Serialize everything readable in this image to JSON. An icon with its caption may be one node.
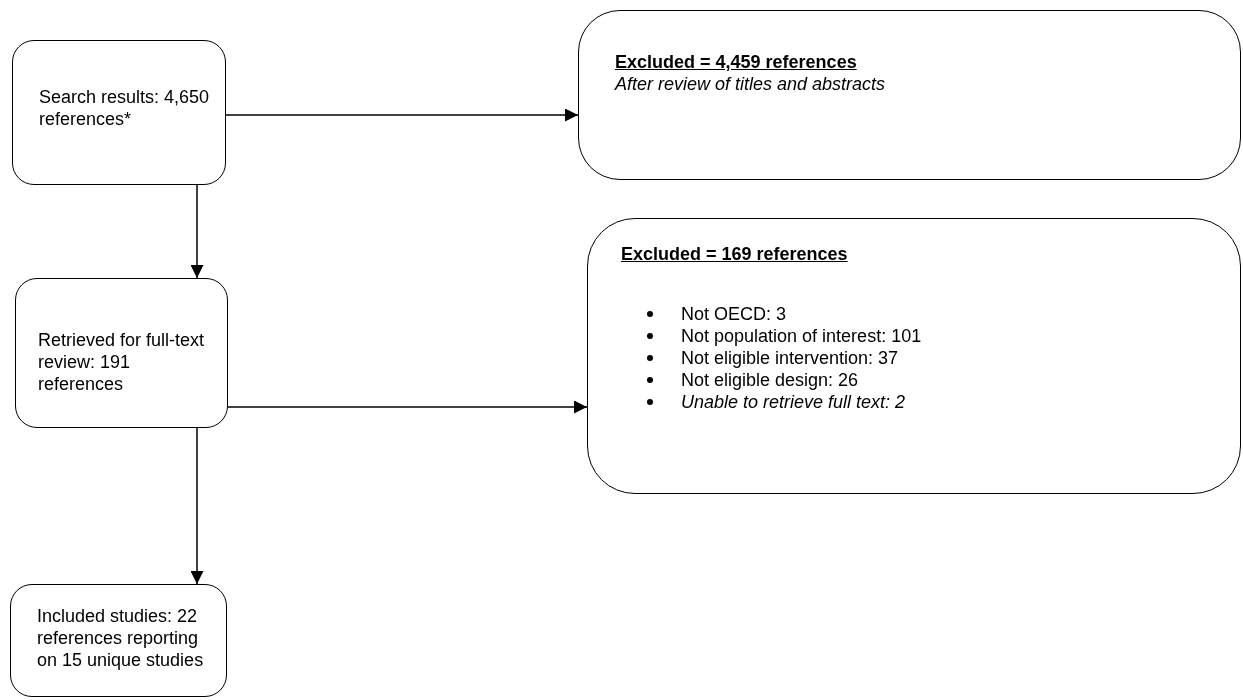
{
  "diagram": {
    "nodes": [
      {
        "text": [
          "Search results: 4,650 references*"
        ]
      },
      {
        "text": [
          "Excluded = 4,459 references",
          "*After review of titles and abstracts*"
        ]
      },
      {
        "text": [
          "Retrieved for full-text review: 191 references"
        ]
      },
      {
        "text": [
          "Excluded = 169 references",
          "Not OECD: 3",
          "Not population of interest: 101",
          "Not eligible intervention: 37",
          "Not eligible design: 26",
          "*Unable to retrieve full text: 2*"
        ]
      },
      {
        "text": [
          "Included studies: 22 references reporting on 15 unique studies"
        ]
      }
    ],
    "edges": [
      {
        "from": 0,
        "to": 1,
        "arrow": "to"
      },
      {
        "from": 0,
        "to": 2,
        "arrow": "to"
      },
      {
        "from": 2,
        "to": 3,
        "arrow": "to"
      },
      {
        "from": 2,
        "to": 4,
        "arrow": "to"
      }
    ]
  }
}
